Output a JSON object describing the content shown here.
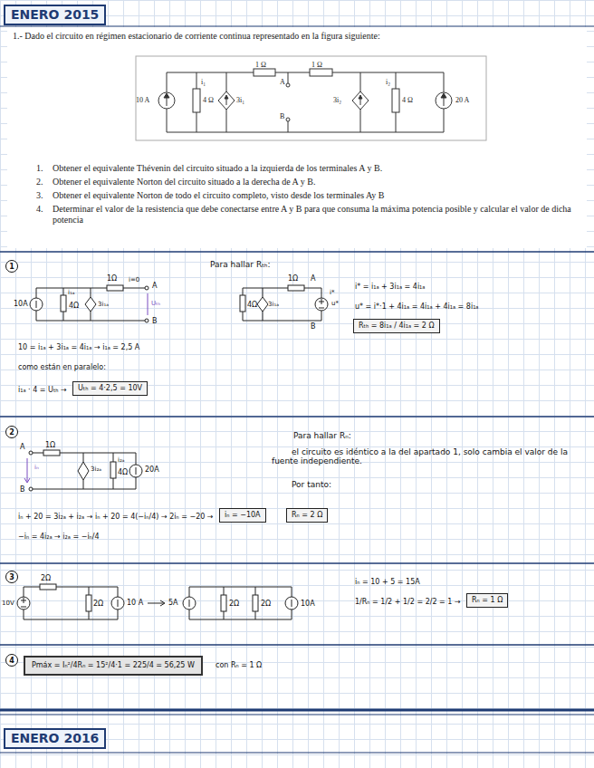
{
  "diagram": {
    "nodes": [
      {
        "text": [
          "ENERO 2015"
        ]
      },
      {
        "text": [
          "1"
        ]
      },
      {
        "text": [
          "Rₜₕ = 8i₁ₐ / 4i₁ₐ = 2 Ω"
        ]
      },
      {
        "text": [
          "Uₜₕ = 4·2,5 = 10V"
        ]
      },
      {
        "text": [
          "2"
        ]
      },
      {
        "text": [
          "iₙ = −10A"
        ]
      },
      {
        "text": [
          "Rₙ = 2 Ω"
        ]
      },
      {
        "text": [
          "3"
        ]
      },
      {
        "text": [
          "Rₙ = 1 Ω"
        ]
      },
      {
        "text": [
          "4"
        ]
      },
      {
        "text": [
          "Pmáx = Iₙ²/4Rₙ = 15²/4·1 = 225/4 = 56,25 W"
        ]
      },
      {
        "text": [
          "ENERO 2016"
        ]
      }
    ],
    "labels": [
      "1.- Dado el circuito en régimen estacionario de corriente continua representado en la figura siguiente:",
      "1 Ω",
      "1 Ω",
      "10 A",
      "i₁",
      "4 Ω",
      "3i₁",
      "A",
      "B",
      "3i₂",
      "i₂",
      "4 Ω",
      "20 A",
      "1.",
      "Obtener el equivalente Thévenin del circuito situado a la izquierda de los terminales A y B.",
      "2.",
      "Obtener el equivalente Norton del circuito situado a la derecha de A y B.",
      "3.",
      "Obtener el equivalente Norton de todo el circuito completo, visto desde los terminales Ay B",
      "4.",
      "Determinar el valor de la resistencia que debe conectarse entre A y B para que consuma la máxima potencia posible y calcular el valor de dicha potencia",
      "Para hallar Rₜₕ:",
      "1Ω",
      "i=0",
      "A",
      "10A",
      "i₁ₐ",
      "4Ω",
      "3i₁ₐ",
      "Uₜₕ",
      "B",
      "1Ω",
      "4Ω",
      "3i₁ₐ",
      "A",
      "i*",
      "u*",
      "B",
      "i* = i₁ₐ + 3i₁ₐ = 4i₁ₐ",
      "u* = i*·1 + 4i₁ₐ = 4i₁ₐ + 4i₁ₐ = 8i₁ₐ",
      "10 = i₁ₐ + 3i₁ₐ = 4i₁ₐ → i₁ₐ = 2,5 A",
      "como están en paralelo:",
      "i₁ₐ · 4 = Uₜₕ →",
      "A",
      "1Ω",
      "iₙ",
      "3i₂ₐ",
      "i₂ₐ",
      "4Ω",
      "20A",
      "B",
      "Para hallar Rₙ:",
      "el circuito es idéntico a la del apartado 1, solo cambia el valor de la fuente independiente.",
      "Por tanto:",
      "iₙ + 20 = 3i₂ₐ + i₂ₐ → iₙ + 20 = 4(−iₙ/4) → 2iₙ = −20 →",
      "−iₙ = 4i₂ₐ → i₂ₐ = −iₙ/4",
      "2Ω",
      "10V",
      "2Ω",
      "10 A",
      "5A",
      "2Ω",
      "2Ω",
      "10A",
      "iₙ = 10 + 5 = 15A",
      "1/Rₙ = 1/2 + 1/2 = 2/2 = 1 →",
      "con Rₙ = 1 Ω"
    ]
  }
}
